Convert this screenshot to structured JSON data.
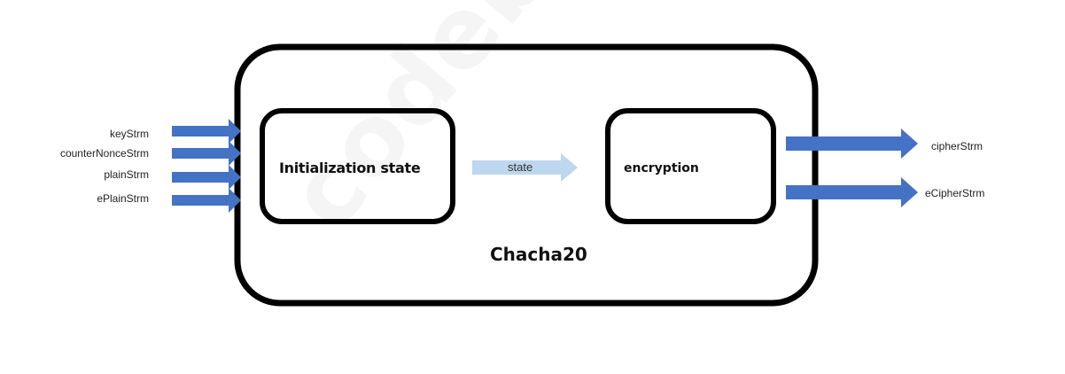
{
  "diagram": {
    "outer_label": "Chacha20",
    "init_box_label": "Initialization state",
    "encryption_box_label": "encryption",
    "state_arrow_label": "state",
    "inputs": [
      "keyStrm",
      "counterNonceStrm",
      "plainStrm",
      "ePlainStrm"
    ],
    "outputs": [
      "cipherStrm",
      "eCipherStrm"
    ],
    "watermark": "codeby.net"
  },
  "colors": {
    "arrow": "#4472c4",
    "state_arrow": "#bdd7ee",
    "border": "#000000"
  }
}
